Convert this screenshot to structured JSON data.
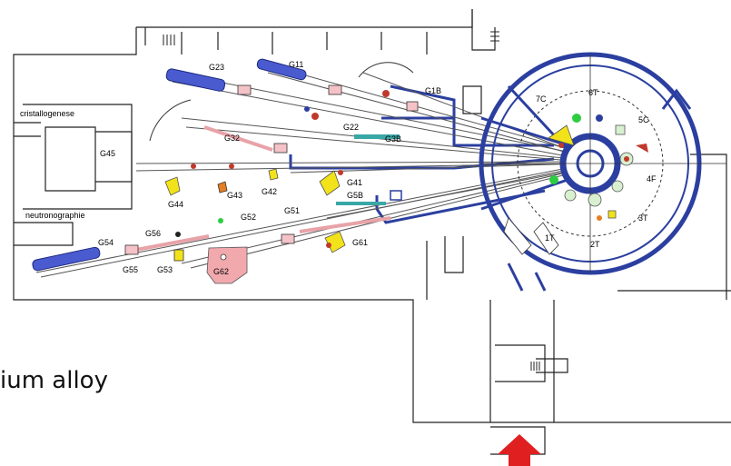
{
  "caption": "ium alloy",
  "rooms": {
    "cristallogenese": "cristallogenese",
    "g45": "G45",
    "neutronographie": "neutronographie"
  },
  "labels": {
    "g23": "G23",
    "g11": "G11",
    "g1b": "G1B",
    "g22": "G22",
    "g32": "G32",
    "g3b": "G3B",
    "g41": "G41",
    "g5b": "G5B",
    "g43": "G43",
    "g42": "G42",
    "g44": "G44",
    "g52": "G52",
    "g51": "G51",
    "g54": "G54",
    "g56": "G56",
    "g55": "G55",
    "g53": "G53",
    "g62": "G62",
    "g61": "G61"
  },
  "reactor": {
    "t7c": "7C",
    "t6t": "6T",
    "t5c": "5C",
    "t4f": "4F",
    "t3t": "3T",
    "t2t": "2T",
    "t1t": "1T"
  },
  "colors": {
    "guide_blue": "#2b3fa0",
    "guide_pink": "#e8a3a8",
    "yellow": "#f2e21a",
    "accent_red": "#e02020"
  },
  "icons": {
    "entrance": "arrow-up-icon"
  }
}
